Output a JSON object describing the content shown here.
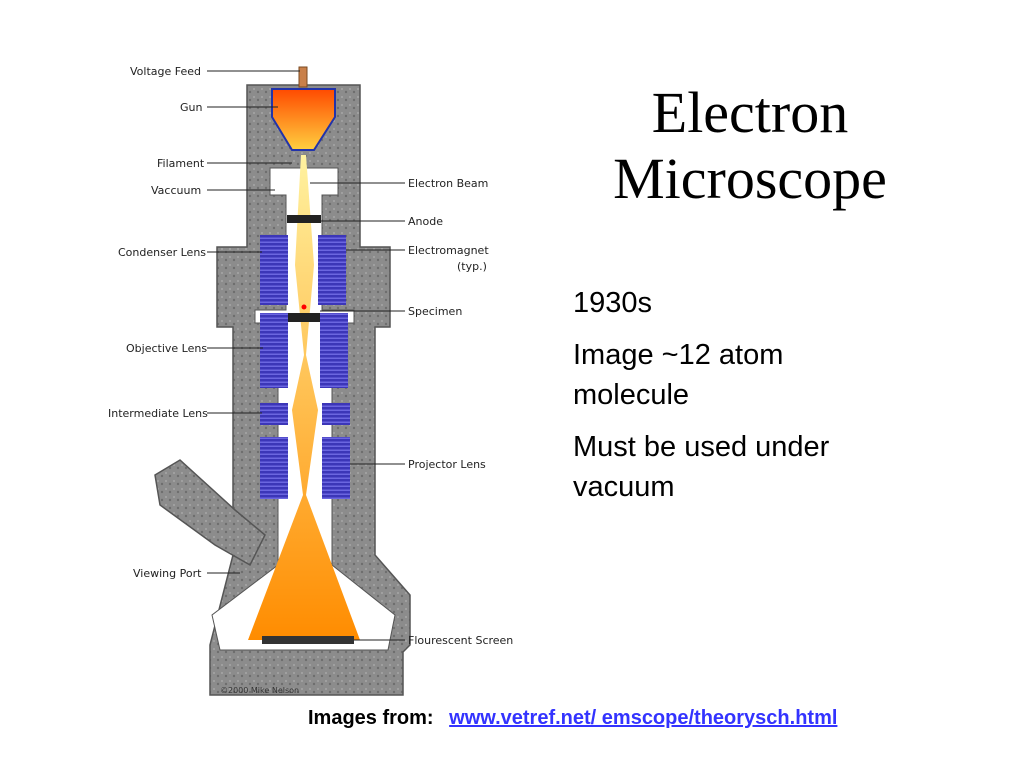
{
  "slide": {
    "title_line1": "Electron",
    "title_line2": "Microscope",
    "bullets": [
      "1930s",
      "Image ~12 atom molecule",
      "Must be used under vacuum"
    ],
    "footer_label": "Images from:",
    "footer_link": "www.vetref.net/ emscope/theorysch.html"
  },
  "diagram": {
    "labels": {
      "voltage_feed": "Voltage Feed",
      "gun": "Gun",
      "filament": "Filament",
      "vacuum": "Vaccuum",
      "condenser_lens": "Condenser Lens",
      "objective_lens": "Objective Lens",
      "intermediate_lens": "Intermediate Lens",
      "viewing_port": "Viewing Port",
      "electron_beam": "Electron Beam",
      "anode": "Anode",
      "electromagnet": "Electromagnet",
      "electromagnet_note": "(typ.)",
      "specimen": "Specimen",
      "projector_lens": "Projector Lens",
      "screen": "Flourescent Screen"
    },
    "credit": "©2000 Mike Nelson",
    "colors": {
      "housing": "#8a8a8a",
      "coil": "#4a44c4",
      "beam": "#ffb000",
      "gun": "#ff6a00"
    }
  }
}
